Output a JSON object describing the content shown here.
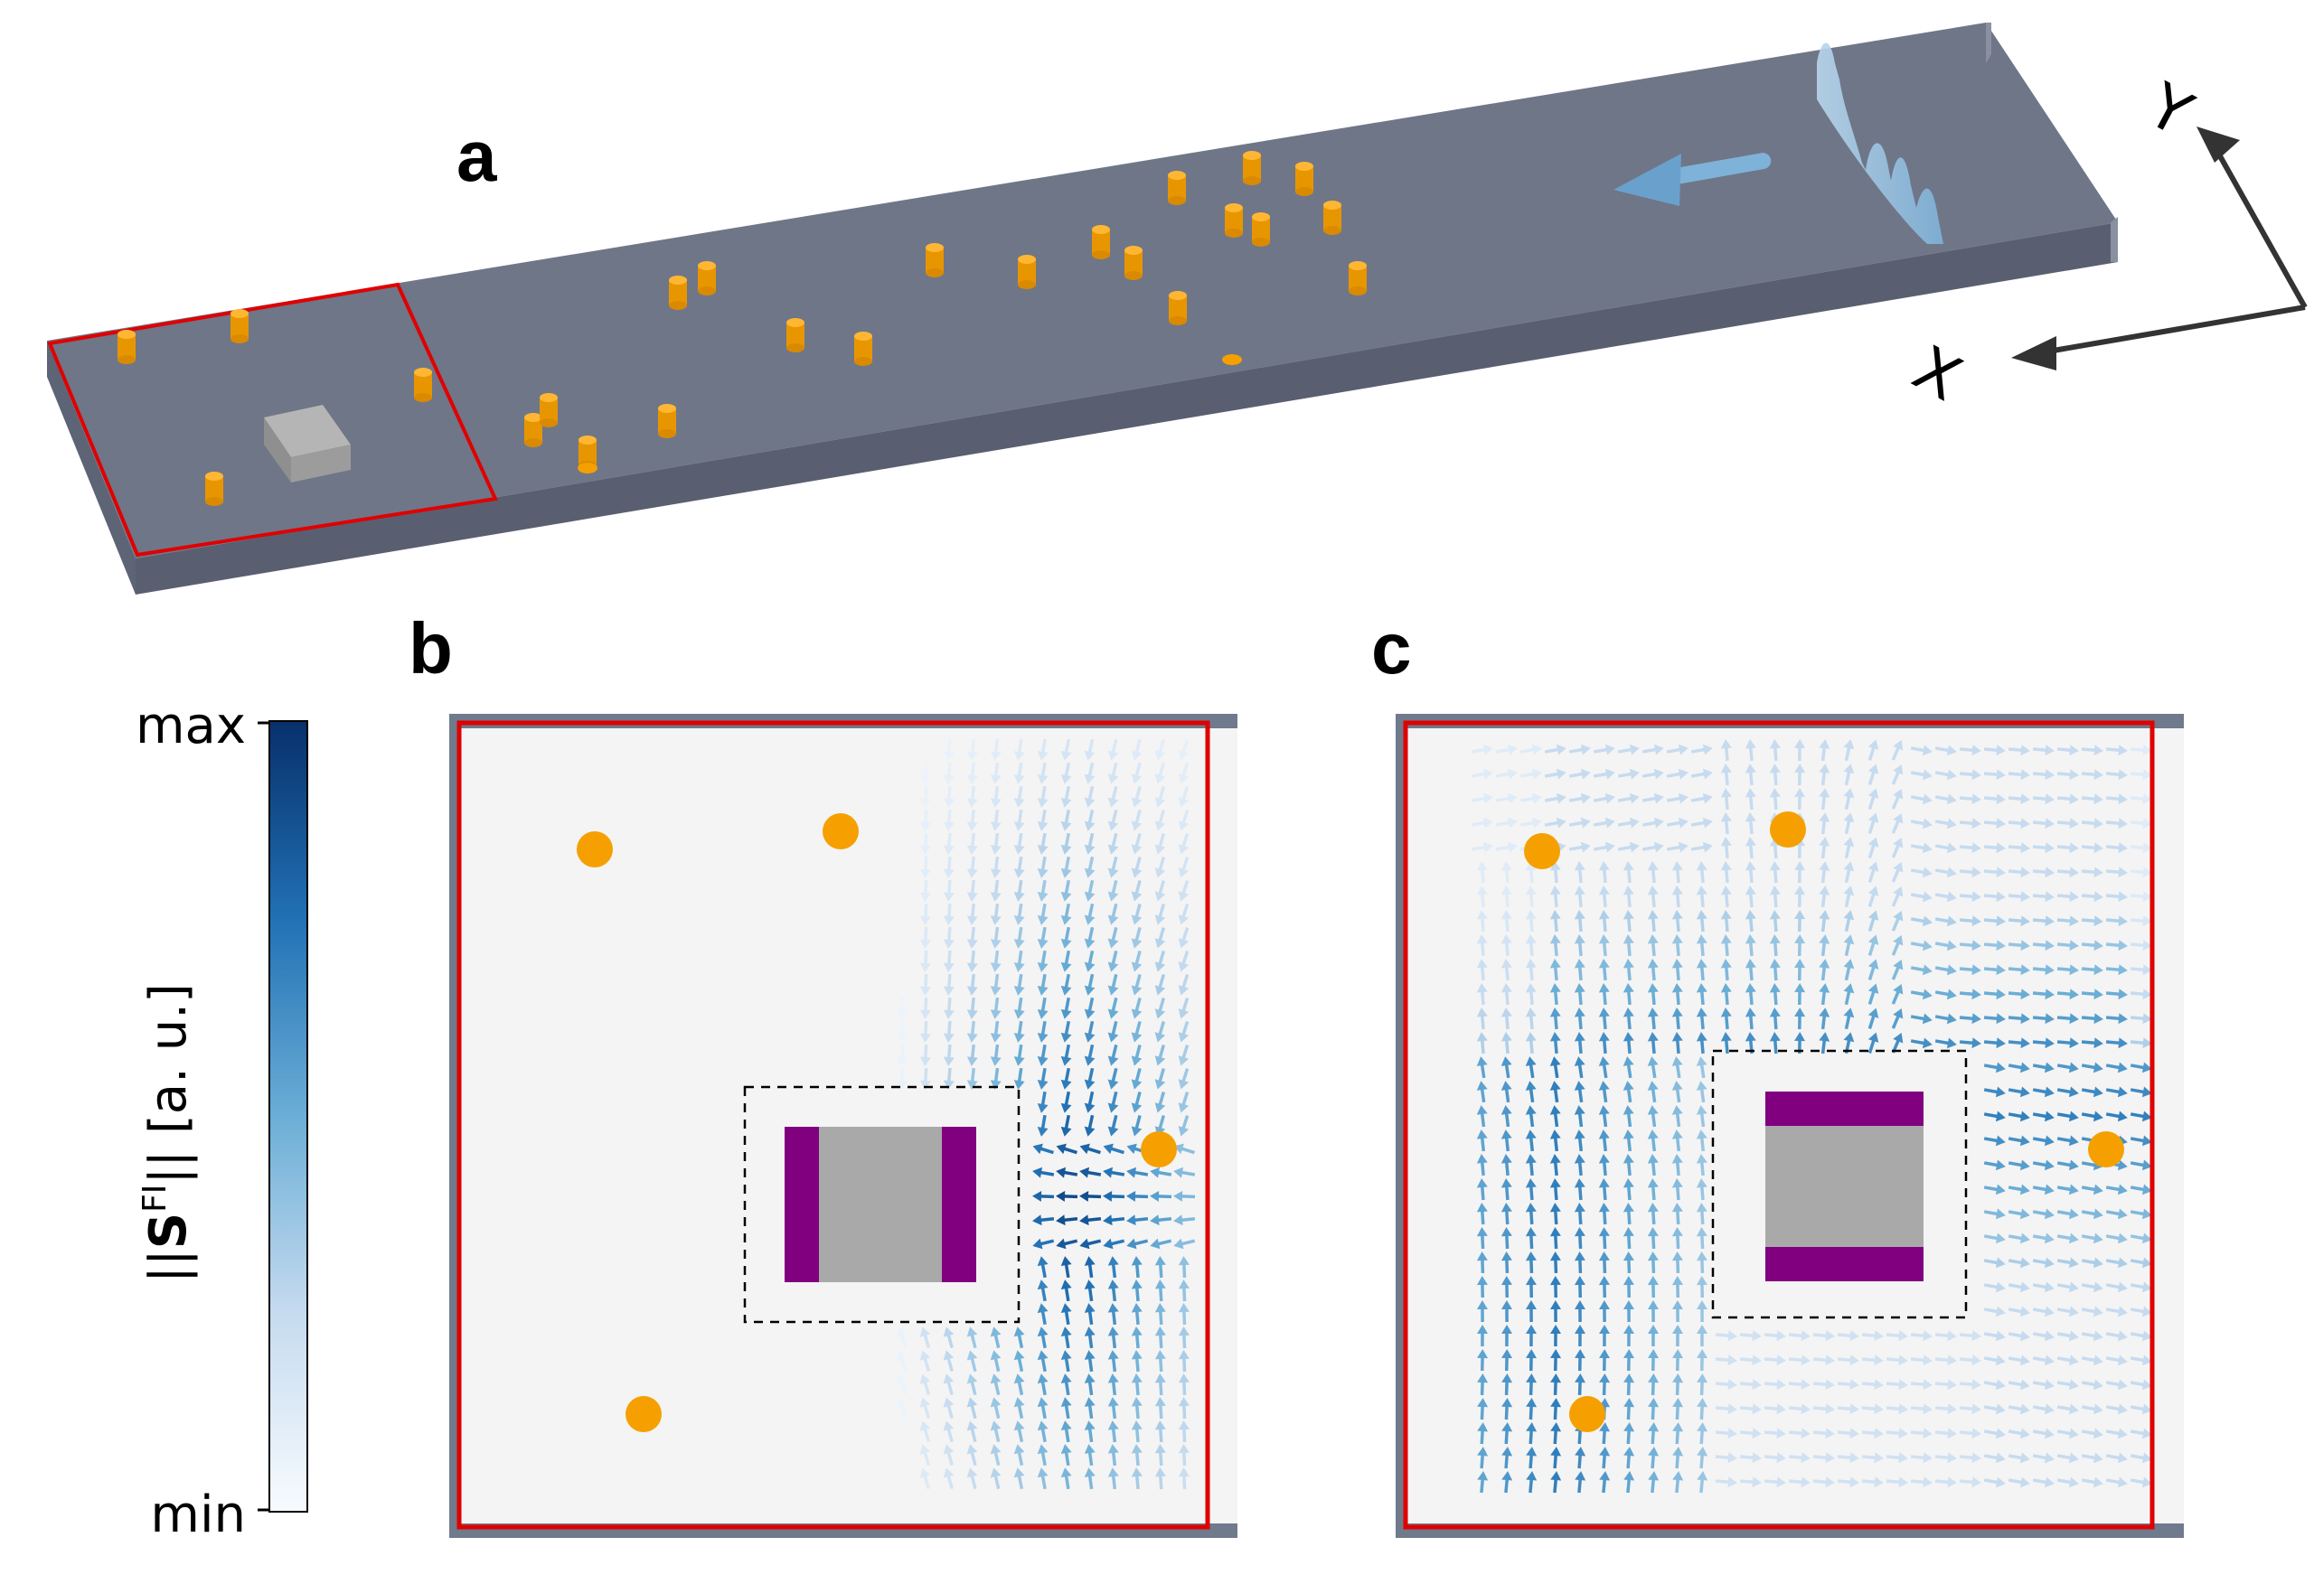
{
  "panels": {
    "a": {
      "label": "a"
    },
    "b": {
      "label": "b"
    },
    "c": {
      "label": "c"
    }
  },
  "axes": {
    "x": "X",
    "y": "Y"
  },
  "colorbar": {
    "max_label": "max",
    "min_label": "min",
    "title_prefix": "||",
    "title_symbol": "S",
    "title_superscript": "FI",
    "title_suffix": "|| [a. u.]",
    "colormap": "Blues"
  },
  "colors": {
    "channel": "#6f7688",
    "channel_side": "#5b6274",
    "pillar": "#f5a000",
    "obstacle": "#9a9a9a",
    "highlight": "#e00000",
    "purple": "#800080",
    "arrow_dark": "#08306b",
    "arrow_light": "#deebf7",
    "wave": "#9cc4e2",
    "flow_arrow": "#7fb2d8"
  }
}
